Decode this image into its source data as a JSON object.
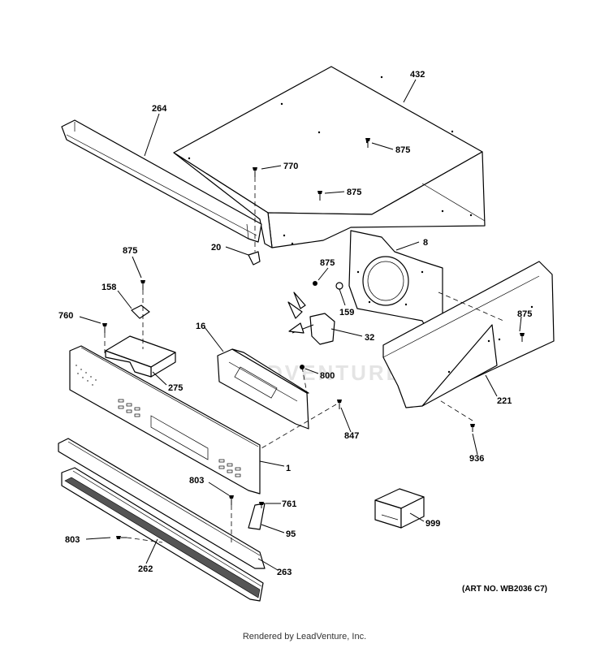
{
  "watermark": "LEADVENTURE",
  "art_number": "(ART NO. WB2036 C7)",
  "footer": "Rendered by LeadVenture, Inc.",
  "parts": {
    "p432": "432",
    "p264": "264",
    "p875a": "875",
    "p770": "770",
    "p875b": "875",
    "p8": "8",
    "p20": "20",
    "p875c": "875",
    "p875d": "875",
    "p158": "158",
    "p159": "159",
    "p760": "760",
    "p16": "16",
    "p32": "32",
    "p875e": "875",
    "p800": "800",
    "p275": "275",
    "p221": "221",
    "p847": "847",
    "p1": "1",
    "p936": "936",
    "p803a": "803",
    "p761": "761",
    "p999": "999",
    "p95": "95",
    "p803b": "803",
    "p262": "262",
    "p263": "263"
  }
}
